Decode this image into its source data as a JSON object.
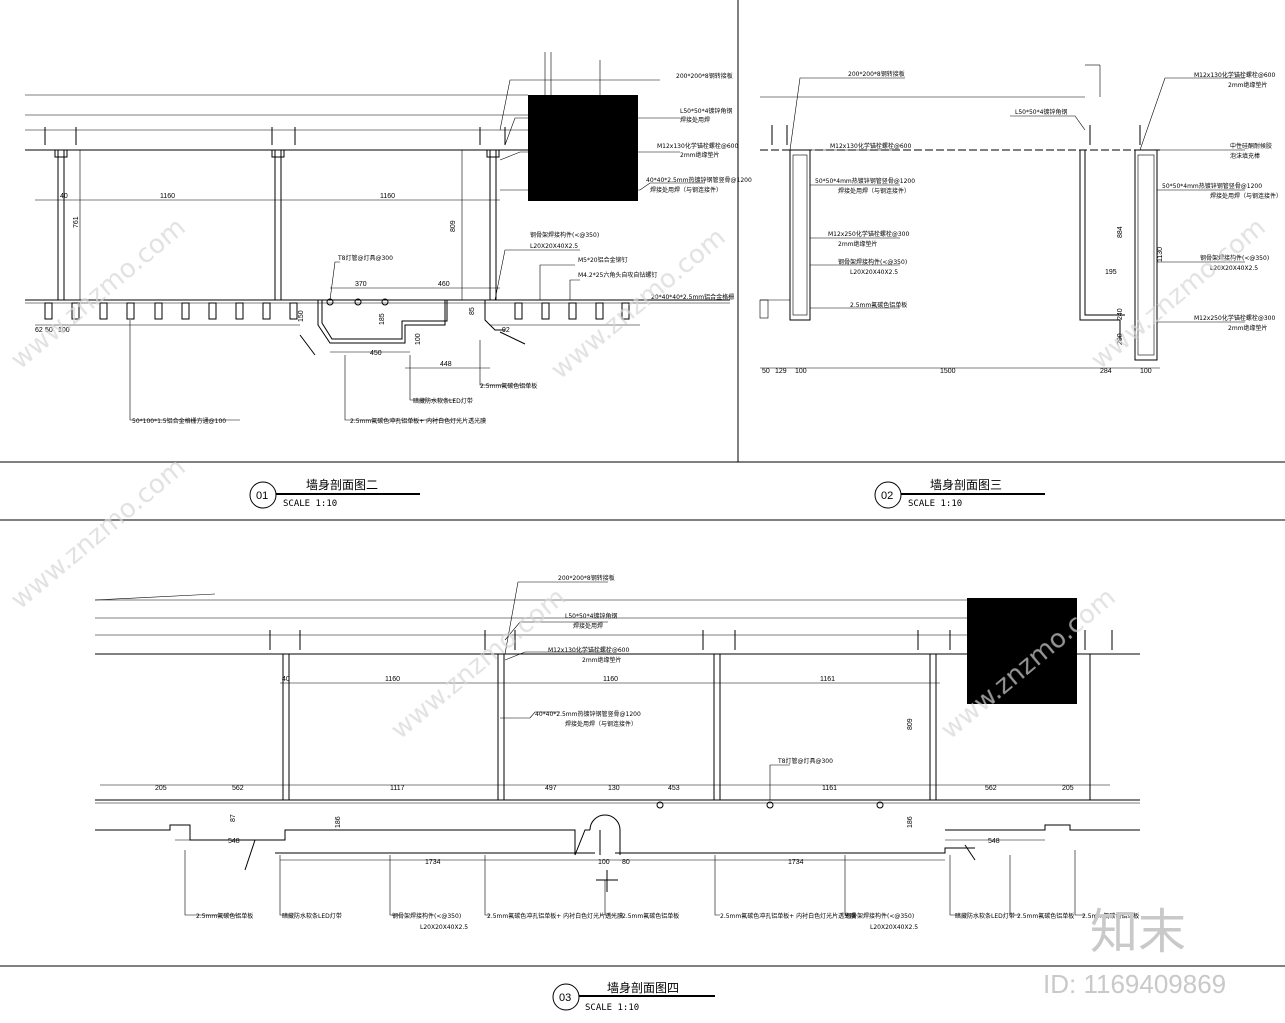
{
  "sheet": {
    "frames": [
      {
        "id": "01",
        "title": "墙身剖面图二",
        "scale": "SCALE  1:10"
      },
      {
        "id": "02",
        "title": "墙身剖面图三",
        "scale": "SCALE  1:10"
      },
      {
        "id": "03",
        "title": "墙身剖面图四",
        "scale": "SCALE  1:10"
      }
    ]
  },
  "detail01": {
    "labels": {
      "l1": "200*200*8钢转接板",
      "l2": "L50*50*4镀锌角钢",
      "l2b": "焊接处用焊",
      "l3": "M12x130化学锚栓螺栓@600",
      "l3b": "2mm绝缘垫片",
      "l4": "40*40*2.5mm热镀锌钢管竖骨@1200",
      "l4b": "焊接处用焊（与钢连接件）",
      "l5": "钢骨架焊接构件(<@350)",
      "l5b": "L20X20X40X2.5",
      "l6": "M5*20铝合金铆钉",
      "l7": "M4.2*25六角头自攻自钻螺钉",
      "l8": "20*40*40*2.5mm铝合金格栅",
      "l9": "T8灯管@灯具@300",
      "l10": "2.5mm氟碳色铝单板",
      "l11": "暗藏防水软条LED灯带",
      "l12": "50*100*1.5铝合金格栅方通@100",
      "l13": "2.5mm氟碳色冲孔铝单板+ 内衬白色灯光片透光膜"
    },
    "dims": {
      "d1160a": "1160",
      "d1160b": "1160",
      "d761": "761",
      "d809": "809",
      "d370": "370",
      "d460": "460",
      "d450": "450",
      "d448": "448",
      "d40": "40",
      "d62": "62",
      "d50": "50",
      "d100": "100",
      "d150": "150",
      "d185": "185",
      "d85": "85",
      "d92": "92",
      "d100b": "100"
    }
  },
  "detail02": {
    "labels": {
      "l1": "200*200*8钢转接板",
      "l2": "M12x130化学锚栓螺栓@600",
      "l3": "L50*50*4镀锌角钢",
      "l4": "M12x130化学锚栓螺栓@600",
      "l4b": "2mm绝缘垫片",
      "l5": "50*50*4mm热镀锌钢管竖骨@1200",
      "l5b": "焊接处用焊（与钢连接件）",
      "l6": "M12x250化学锚栓螺栓@300",
      "l6b": "2mm绝缘垫片",
      "l7": "钢骨架焊接构件(<@350)",
      "l7b": "L20X20X40X2.5",
      "l8": "2.5mm氟碳色铝单板",
      "l9": "中性硅酮耐候胶",
      "l9b": "泡沫填充棒",
      "l10": "50*50*4mm热镀锌钢管竖骨@1200",
      "l10b": "焊接处用焊（与钢连接件）",
      "l11": "钢骨架焊接构件(<@350)",
      "l11b": "L20X20X40X2.5",
      "l12": "M12x250化学锚栓螺栓@300",
      "l12b": "2mm绝缘垫片"
    },
    "dims": {
      "d50": "50",
      "d129": "129",
      "d100": "100",
      "d1500": "1500",
      "d284": "284",
      "d100b": "100",
      "d884": "884",
      "d1130": "1130",
      "d195": "195",
      "d200": "200",
      "d240": "240"
    }
  },
  "detail03": {
    "labels": {
      "l1": "200*200*8钢转接板",
      "l2": "L50*50*4镀锌角钢",
      "l2b": "焊接处用焊",
      "l3": "M12x130化学锚栓螺栓@600",
      "l3b": "2mm绝缘垫片",
      "l4": "40*40*2.5mm热镀锌钢管竖骨@1200",
      "l4b": "焊接处用焊（与钢连接件）",
      "l5": "T8灯管@灯具@300",
      "b1": "2.5mm氟碳色铝单板",
      "b2": "暗藏防水软条LED灯带",
      "b3": "钢骨架焊接构件(<@350)",
      "b3b": "L20X20X40X2.5",
      "b4": "2.5mm氟碳色冲孔铝单板+ 内衬白色灯光片透光膜",
      "b5": "2.5mm氟碳色铝单板",
      "b6": "2.5mm氟碳色冲孔铝单板+ 内衬白色灯光片透光膜",
      "b7": "钢骨架焊接构件(<@350)",
      "b7b": "L20X20X40X2.5",
      "b8": "暗藏防水软条LED灯带",
      "b9": "2.5mm氟碳色铝单板",
      "b10": "2.5mm氟碳色铝单板"
    },
    "dims": {
      "d1160a": "1160",
      "d1160b": "1160",
      "d1161": "1161",
      "d809": "809",
      "d40": "40",
      "d205": "205",
      "d562": "562",
      "d1117": "1117",
      "d497": "497",
      "d130": "130",
      "d453": "453",
      "d1161b": "1161",
      "d562b": "562",
      "d205b": "205",
      "d548": "548",
      "d548b": "548",
      "d1734": "1734",
      "d1734b": "1734",
      "d186": "186",
      "d186b": "186",
      "d100": "100",
      "d80": "80",
      "d87": "87"
    }
  },
  "watermark": {
    "text": "www.znzmo.com",
    "brand": "知末",
    "id": "ID: 1169409869"
  }
}
